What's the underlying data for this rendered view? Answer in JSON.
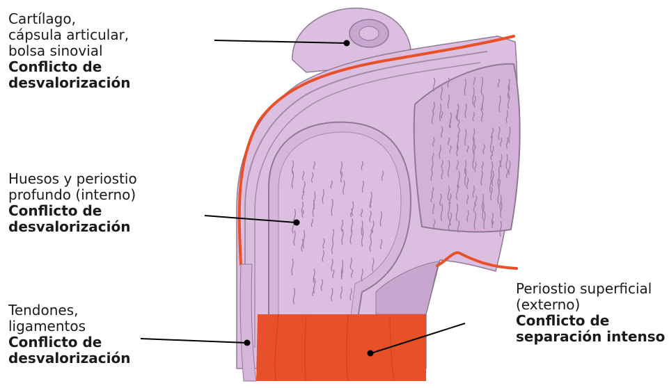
{
  "labels": {
    "cartilage": {
      "lines": [
        "Cartílago,",
        "cápsula articular,",
        "bolsa sinovial"
      ],
      "conflict": [
        "Conflicto de",
        "desvalorización"
      ]
    },
    "bones": {
      "lines": [
        "Huesos y periostio",
        "profundo (interno)"
      ],
      "conflict": [
        "Conflicto de",
        "desvalorización"
      ]
    },
    "tendons": {
      "lines": [
        "Tendones,",
        "ligamentos"
      ],
      "conflict": [
        "Conflicto de",
        "desvalorización"
      ]
    },
    "periosteum": {
      "lines": [
        "Periostio superficial",
        "(externo)"
      ],
      "conflict": [
        "Conflicto de",
        "separación intenso"
      ]
    }
  },
  "colors": {
    "tissue": "#dcbfe0",
    "tissue_shade": "#c9a6cf",
    "outline": "#8f7a94",
    "periosteum": "#e8502a",
    "leader": "#000000"
  }
}
